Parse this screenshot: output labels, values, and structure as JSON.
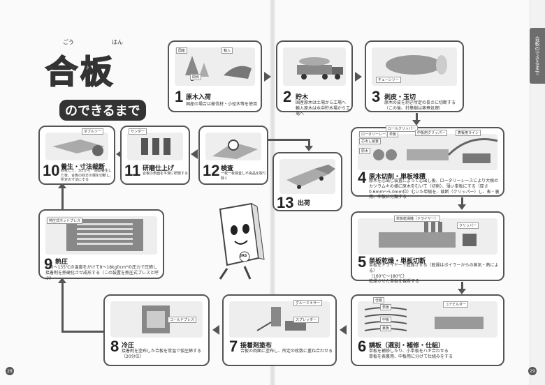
{
  "title": {
    "ruby_left": "ごう",
    "ruby_right": "はん",
    "main": "合板",
    "sub": "のできるまで"
  },
  "side_tab": "合板のできるまで",
  "page_left": "28",
  "page_right": "29",
  "steps": [
    {
      "num": "1",
      "title": "原木入荷",
      "desc": "国産の場合は樹伐材・小径木等を使用",
      "labels": [
        "国産",
        "輸入",
        "間伐"
      ]
    },
    {
      "num": "2",
      "title": "貯木",
      "desc": "国産原木は土場から工場へ\n輸入原木は水中貯木場から工場へ",
      "labels": []
    },
    {
      "num": "3",
      "title": "剥皮・玉切",
      "desc": "原木の皮を剥ぎ所定の長さに切断する\n（この後、針葉樹は蒸煮処理）",
      "labels": [
        "チェーンソー"
      ]
    },
    {
      "num": "4",
      "title": "原木切削・単板堆積",
      "desc": "原木を芯出し装置によって芯出し後、ロータリーレースにより大根のカツラムキの様に原木をむいて（切削）、薄い単板にする（厚さ0.6mm〜5.0mm位）むいた単板を、裁断（クリッパー）し、表・裏用、中板に分類する",
      "labels": [
        "ロータリーレース",
        "芯出し装置",
        "原木",
        "単板",
        "ロールクリッパー",
        "中板用クリッパー",
        "表板用ライン"
      ]
    },
    {
      "num": "5",
      "title": "単板乾燥・単板切断",
      "desc": "単板をドライヤーで乾燥させる（乾燥はボイラーからの蒸気・熱による）\n（160℃〜180℃）\n乾燥させた単板を裁断する",
      "labels": [
        "単板乾燥機（ドライヤー）",
        "クリッパー"
      ]
    },
    {
      "num": "6",
      "title": "調板（選別・補修・仕組）",
      "desc": "単板を補修したり、小単板をハギ合わせる\n単板を表裏用、中板用に分けて仕組みをする",
      "labels": [
        "仕組",
        "表板",
        "中板",
        "裏板",
        "コアビルダー"
      ]
    },
    {
      "num": "7",
      "title": "接着剤塗布",
      "desc": "合板の両面に塗布し、所定の枚数に重ね合わせる",
      "labels": [
        "グルーミキサー",
        "スプレッダー"
      ]
    },
    {
      "num": "8",
      "title": "冷圧",
      "desc": "接着剤を塗布した合板を常温で仮圧締する（20分位）",
      "labels": [
        "コールドプレス"
      ]
    },
    {
      "num": "9",
      "title": "熱圧",
      "desc": "110〜135℃の温度をかけて8〜18kgf/cm²の圧力で圧締し接着剤を熱硬化させ成形する（この装置を熱圧式プレスと呼ぶ）",
      "labels": [
        "熱圧式ホットプレス"
      ]
    },
    {
      "num": "10",
      "title": "養生・寸法裁断",
      "desc": "数枚して、3日から一週間養生した後、合板の四方の端を切断し、所定の寸法にする",
      "labels": [
        "ダブルソー"
      ]
    },
    {
      "num": "11",
      "title": "研磨仕上げ",
      "desc": "合板の表面を平滑に研磨する",
      "labels": [
        "サンダー"
      ]
    },
    {
      "num": "12",
      "title": "検査",
      "desc": "一枚一枚検査し不良品を取り除く",
      "labels": []
    },
    {
      "num": "13",
      "title": "出荷",
      "desc": "",
      "labels": []
    }
  ],
  "mascot_badge": "JAS"
}
